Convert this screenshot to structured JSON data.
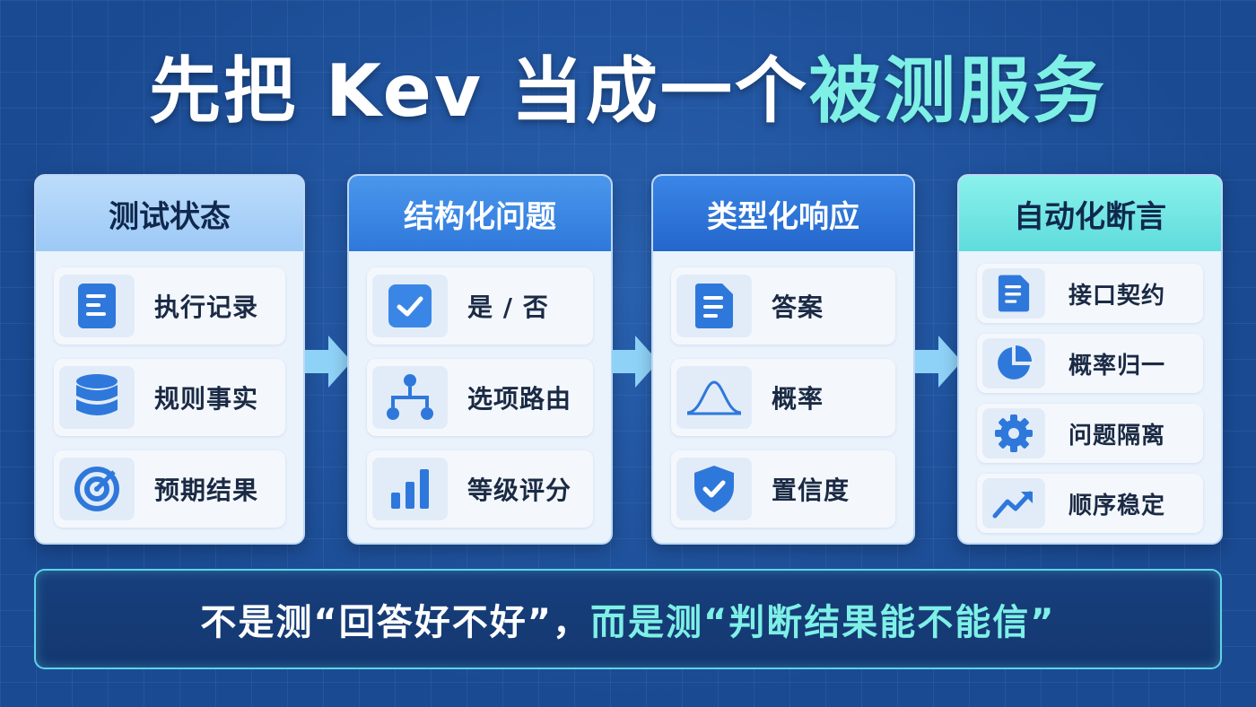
{
  "title": {
    "part1": "先把 Kev 当成一个",
    "highlight": "被测服务"
  },
  "colors": {
    "accent_cyan": "#7ef0e6",
    "icon_blue": "#2f78db",
    "background": "#1a4a92"
  },
  "cards": [
    {
      "title": "测试状态",
      "items": [
        {
          "label": "执行记录",
          "icon": "document-icon"
        },
        {
          "label": "规则事实",
          "icon": "database-icon"
        },
        {
          "label": "预期结果",
          "icon": "target-icon"
        }
      ]
    },
    {
      "title": "结构化问题",
      "items": [
        {
          "label": "是 / 否",
          "icon": "checkbox-icon"
        },
        {
          "label": "选项路由",
          "icon": "route-tree-icon"
        },
        {
          "label": "等级评分",
          "icon": "bar-chart-icon"
        }
      ]
    },
    {
      "title": "类型化响应",
      "items": [
        {
          "label": "答案",
          "icon": "document-icon"
        },
        {
          "label": "概率",
          "icon": "bell-curve-icon"
        },
        {
          "label": "置信度",
          "icon": "shield-check-icon"
        }
      ]
    },
    {
      "title": "自动化断言",
      "items": [
        {
          "label": "接口契约",
          "icon": "document-icon"
        },
        {
          "label": "概率归一",
          "icon": "pie-chart-icon"
        },
        {
          "label": "问题隔离",
          "icon": "gear-icon"
        },
        {
          "label": "顺序稳定",
          "icon": "trend-up-icon"
        }
      ]
    }
  ],
  "banner": {
    "part1": "不是测“回答好不好”，",
    "highlight": "而是测“判断结果能不能信”"
  }
}
